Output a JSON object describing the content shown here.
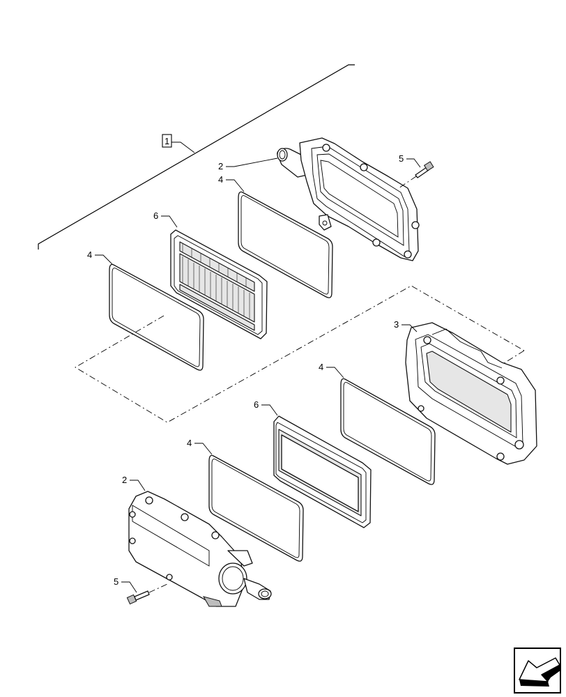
{
  "diagram": {
    "group_label": "1",
    "callouts": {
      "upper_cover": "2",
      "upper_seal": "4",
      "upper_filter": "6",
      "left_seal": "4",
      "upper_bolt": "5",
      "lower_housing": "3",
      "lower_right_seal": "4",
      "lower_filter": "6",
      "lower_seal": "4",
      "lower_cover": "2",
      "lower_bolt": "5"
    }
  },
  "nav": {
    "icon": "previous-page-arrow-icon"
  }
}
